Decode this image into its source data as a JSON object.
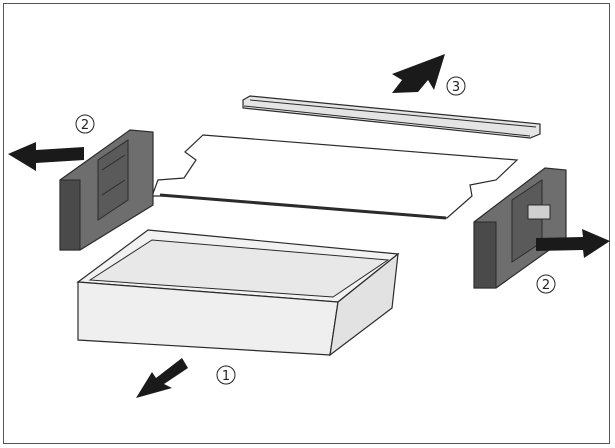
{
  "diagram": {
    "steps": [
      {
        "number": "1",
        "part": "drawer",
        "direction": "forward"
      },
      {
        "number": "2",
        "part": "side-rail-left",
        "direction": "left"
      },
      {
        "number": "2",
        "part": "side-rail-right",
        "direction": "right"
      },
      {
        "number": "3",
        "part": "top-rail",
        "direction": "back-up"
      }
    ],
    "colors": {
      "line": "#2b2b2b",
      "arrow": "#1a1a1a",
      "rail": "#6e6e6e",
      "rail_dark": "#4a4a4a",
      "drawer_fill": "#f2f2f2",
      "shelf_fill": "#ffffff"
    }
  }
}
